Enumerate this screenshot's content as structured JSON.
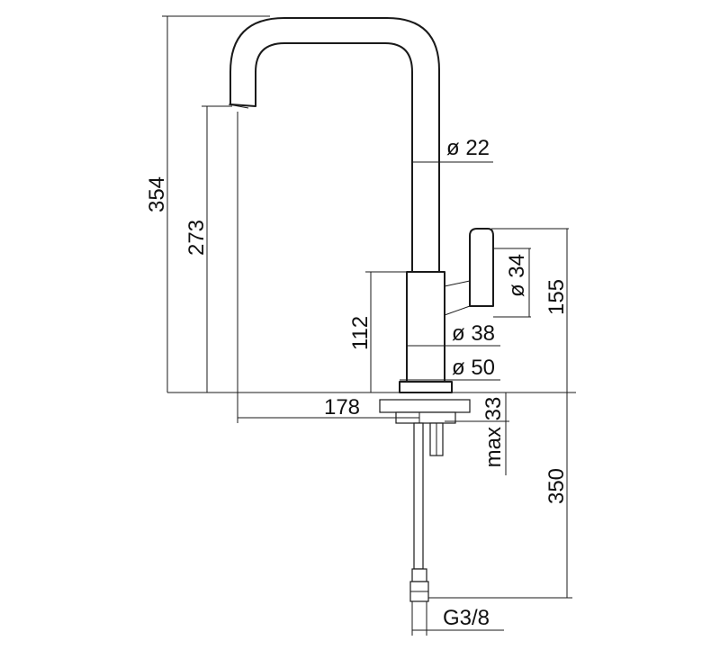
{
  "dimensions": {
    "total_height": "354",
    "spout_height": "273",
    "body_height": "112",
    "spout_reach": "178",
    "pipe_diameter": "ø 22",
    "handle_diameter": "ø 34",
    "handle_height": "155",
    "body_diameter": "ø 38",
    "base_diameter": "ø 50",
    "max_deck_thickness": "max 33",
    "hose_length": "350",
    "connection_thread": "G3/8"
  },
  "colors": {
    "line": "#1a1a1a",
    "background": "#ffffff"
  }
}
